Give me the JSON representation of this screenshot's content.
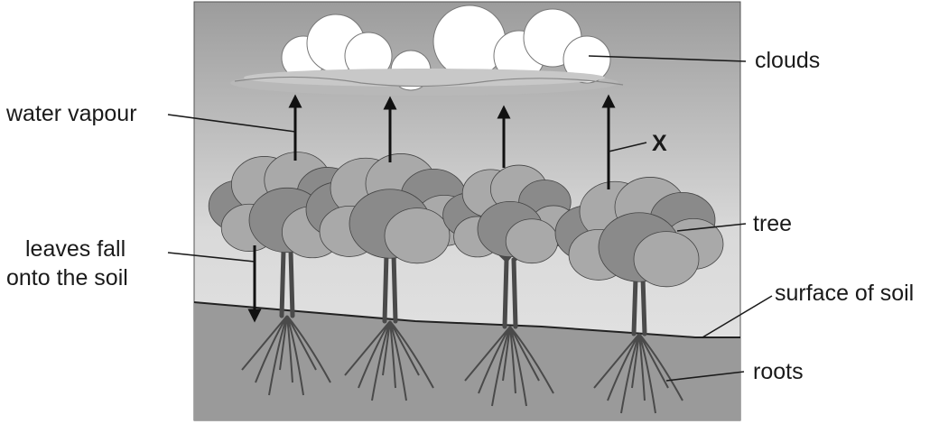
{
  "labels": {
    "water_vapour": "water vapour",
    "leaves_fall_line1": "leaves fall",
    "leaves_fall_line2": "onto the soil",
    "clouds": "clouds",
    "x_marker": "X",
    "tree": "tree",
    "surface_of_soil": "surface of soil",
    "roots": "roots"
  },
  "colors": {
    "sky_top": "#9c9c9c",
    "sky_bottom": "#e4e4e4",
    "soil": "#9a9a9a",
    "foliage": "#a9a9a9",
    "foliage_dark": "#8a8a8a",
    "trunk": "#4a4a4a",
    "cloud": "#ffffff"
  },
  "icons": {
    "upward_arrow": "up-arrow",
    "downward_arrow": "down-arrow"
  }
}
